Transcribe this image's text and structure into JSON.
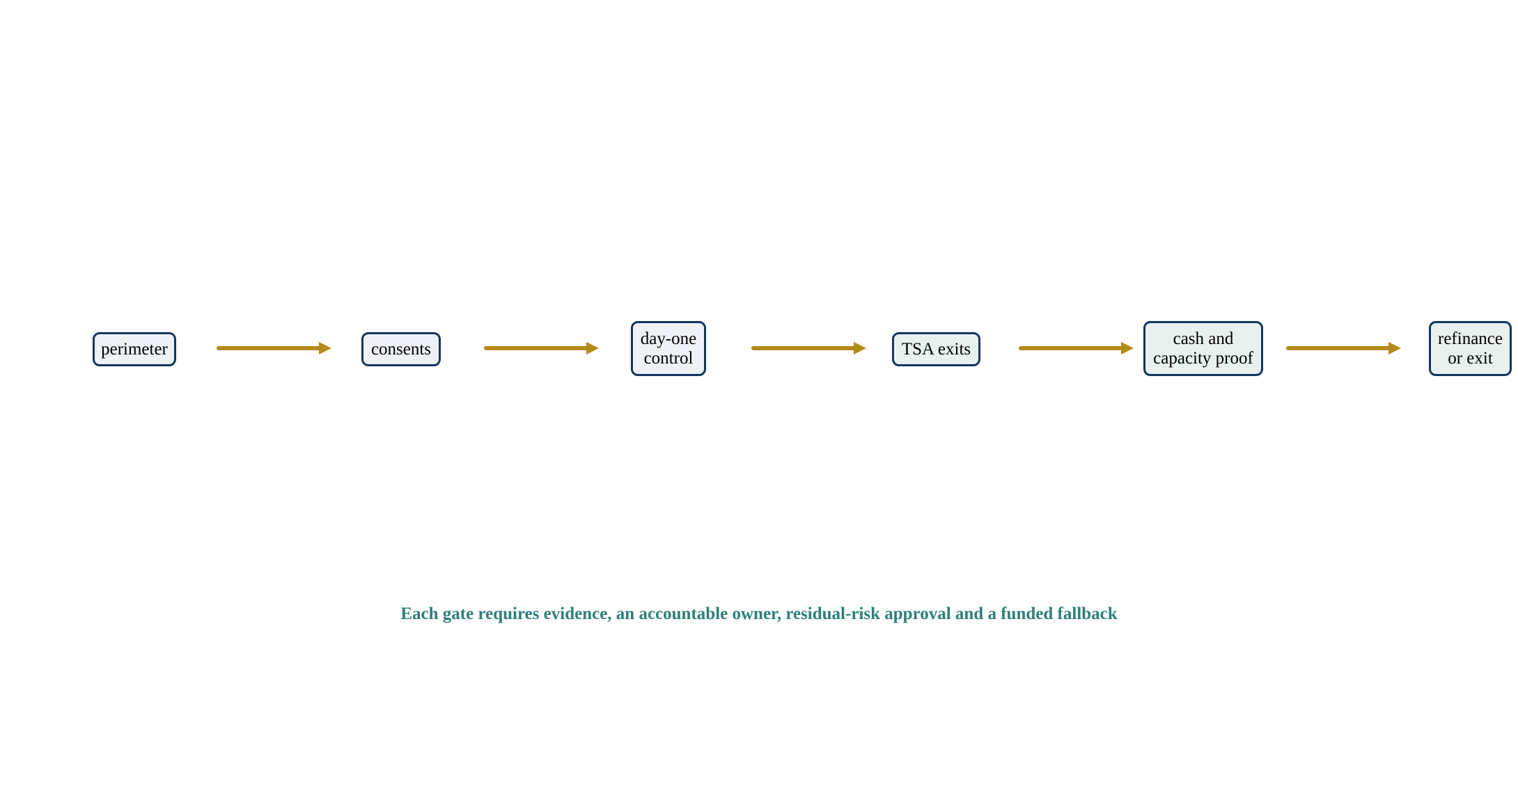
{
  "diagram": {
    "nodes": [
      {
        "label": "perimeter",
        "fill": "#eef1f6"
      },
      {
        "label": "consents",
        "fill": "#eef1f6"
      },
      {
        "label": "day-one\ncontrol",
        "fill": "#eef1f6"
      },
      {
        "label": "TSA exits",
        "fill": "#e8f1ee"
      },
      {
        "label": "cash and\ncapacity proof",
        "fill": "#e8f1ee"
      },
      {
        "label": "refinance\nor exit",
        "fill": "#e8f1ee"
      }
    ],
    "edges": [
      {
        "from": "perimeter",
        "to": "consents"
      },
      {
        "from": "consents",
        "to": "day-one control"
      },
      {
        "from": "day-one control",
        "to": "TSA exits"
      },
      {
        "from": "TSA exits",
        "to": "cash and capacity proof"
      },
      {
        "from": "cash and capacity proof",
        "to": "refinance or exit"
      }
    ],
    "caption": "Each gate requires evidence, an accountable owner, residual-risk approval and a funded fallback"
  },
  "colors": {
    "node_border": "#14355f",
    "arrow": "#b58a1c",
    "caption": "#2e7f7b"
  }
}
